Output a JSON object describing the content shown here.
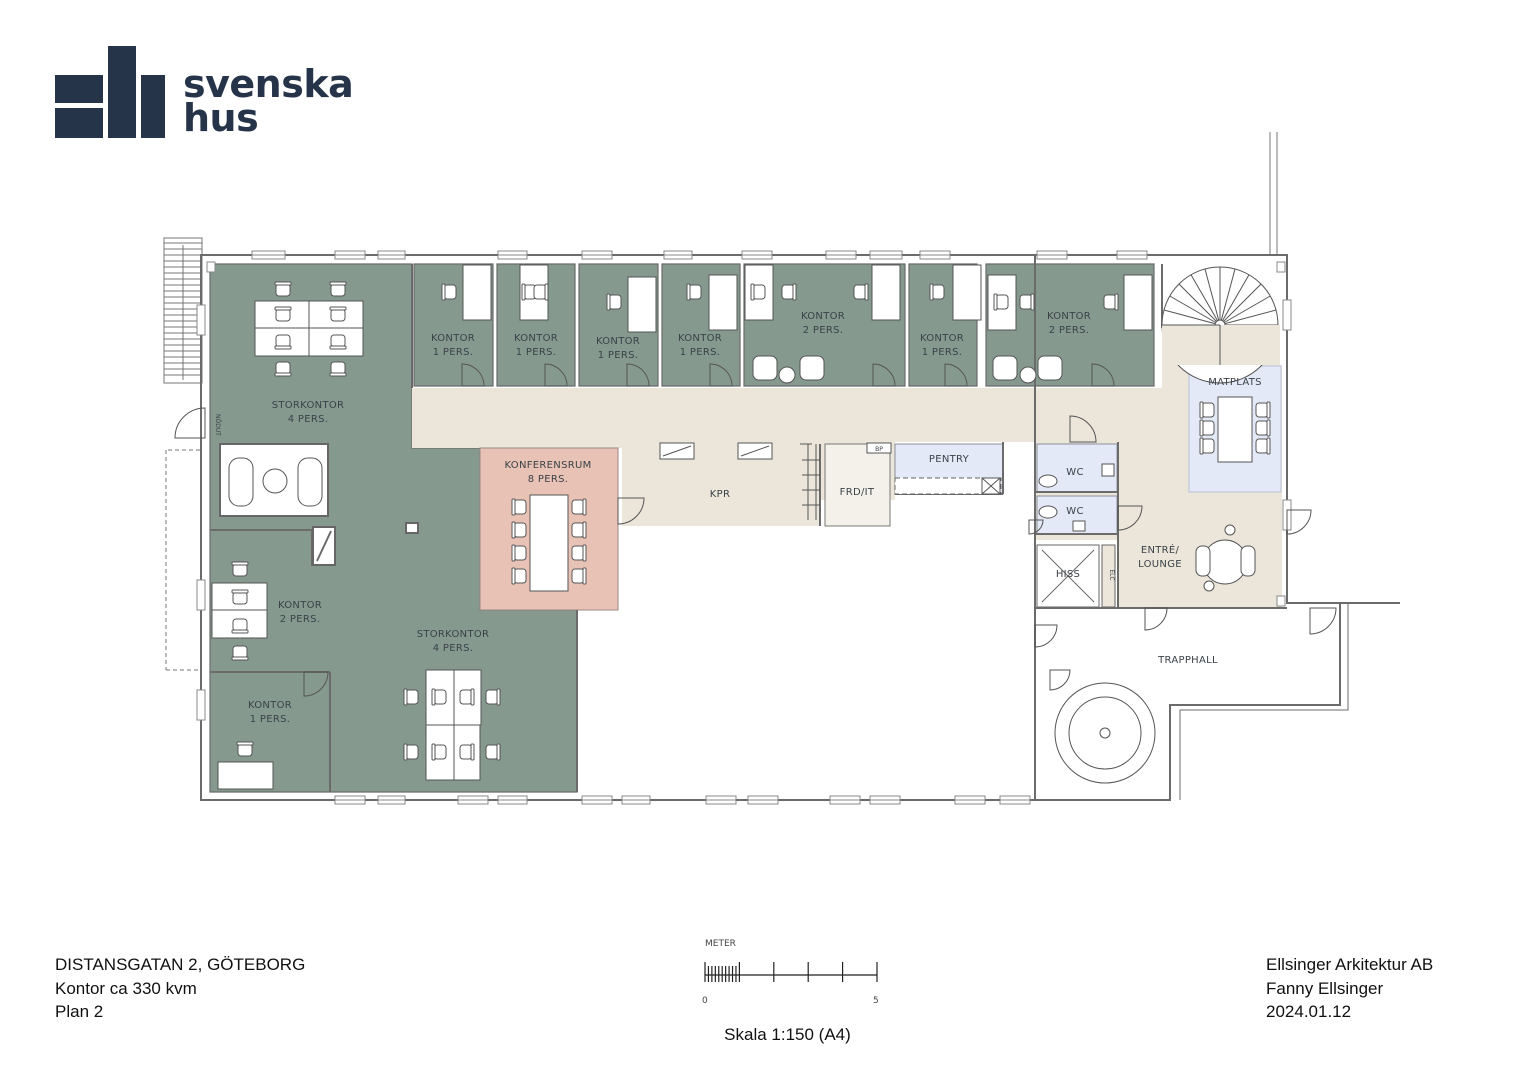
{
  "brand": {
    "line1": "svenska",
    "line2": "hus",
    "color": "#26344a"
  },
  "colors": {
    "office": "#85998f",
    "corridor": "#ece6da",
    "conference": "#e9c2b6",
    "service": "#e3e9f6",
    "wall": "#6b6b6b"
  },
  "rooms": {
    "storkontor_top": "STORKONTOR\n4 PERS.",
    "kontor_a": "KONTOR\n1 PERS.",
    "kontor_b": "KONTOR\n1 PERS.",
    "kontor_c": "KONTOR\n1 PERS.",
    "kontor_d": "KONTOR\n1 PERS.",
    "kontor_e": "KONTOR\n2 PERS.",
    "kontor_f": "KONTOR\n1 PERS.",
    "kontor_g": "KONTOR\n2 PERS.",
    "matplats": "MATPLATS",
    "konferensrum": "KONFERENSRUM\n8 PERS.",
    "kpr": "KPR",
    "frd_it": "FRD/IT",
    "bp": "BP",
    "pentry": "PENTRY",
    "wc1": "WC",
    "wc2": "WC",
    "entre": "ENTRÉ/\nLOUNGE",
    "hiss": "HISS",
    "elc": "ELC",
    "trapphall": "TRAPPHALL",
    "kontor_left": "KONTOR\n2 PERS.",
    "storkontor_bottom": "STORKONTOR\n4 PERS.",
    "kontor_bottom": "KONTOR\n1 PERS.",
    "nodut": "NÖDUT"
  },
  "project": {
    "address": "DISTANSGATAN 2, GÖTEBORG",
    "area": "Kontor ca 330 kvm",
    "floor": "Plan 2"
  },
  "architect": {
    "firm": "Ellsinger Arkitektur AB",
    "person": "Fanny Ellsinger",
    "date": "2024.01.12"
  },
  "scale": {
    "unit_label": "METER",
    "min": "0",
    "max": "5",
    "caption": "Skala 1:150 (A4)"
  }
}
